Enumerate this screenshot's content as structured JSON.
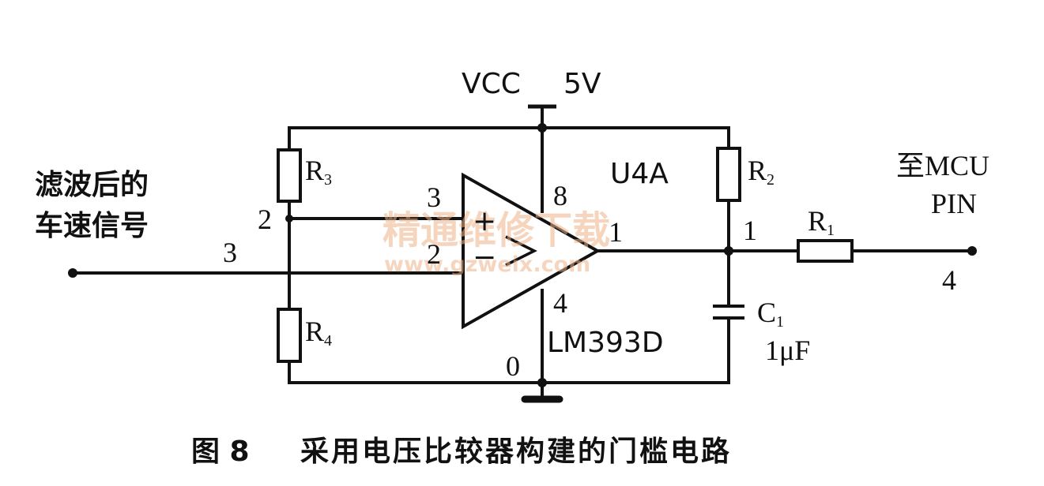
{
  "input_label": {
    "line1": "滤波后的",
    "line2": "车速信号"
  },
  "power": {
    "vcc": "VCC",
    "voltage": "5V"
  },
  "nets": {
    "input": "3",
    "vref": "2",
    "output": "1",
    "ground": "0",
    "out_pin": "4"
  },
  "comparator": {
    "part": "LM393D",
    "ref": "U4A",
    "pin_noninv": "3",
    "pin_inv": "2",
    "pin_out": "1",
    "pin_vcc": "8",
    "pin_gnd": "4",
    "plus": "+",
    "minus": "−"
  },
  "resistors": {
    "r1": {
      "letter": "R",
      "sub": "1"
    },
    "r2": {
      "letter": "R",
      "sub": "2"
    },
    "r3": {
      "letter": "R",
      "sub": "3"
    },
    "r4": {
      "letter": "R",
      "sub": "4"
    }
  },
  "capacitor": {
    "letter": "C",
    "sub": "1",
    "value": "1μF"
  },
  "output_label": {
    "line1": "至MCU",
    "line2": "PIN"
  },
  "watermark": {
    "line1": "精通维修下载",
    "line2": "www.gzweix.com"
  },
  "caption": {
    "figure": "图 8",
    "text": "采用电压比较器构建的门槛电路"
  }
}
